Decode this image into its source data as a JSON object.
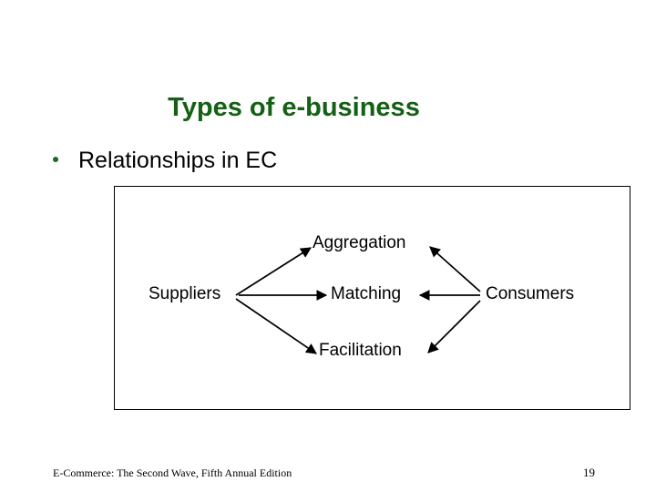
{
  "slide": {
    "title": "Types of e-business",
    "title_color": "#156015",
    "background_color": "#ffffff",
    "text_color": "#000000"
  },
  "bullets": [
    {
      "marker": "bullet-dot",
      "marker_color": "#1c6b1c",
      "text": "Relationships in EC"
    }
  ],
  "diagram": {
    "border_color": "#000000",
    "nodes": {
      "suppliers": "Suppliers",
      "aggregation": "Aggregation",
      "matching": "Matching",
      "facilitation": "Facilitation",
      "consumers": "Consumers"
    },
    "edges": [
      {
        "from": "Suppliers",
        "to": "Aggregation",
        "arrow": "to"
      },
      {
        "from": "Suppliers",
        "to": "Matching",
        "arrow": "to"
      },
      {
        "from": "Suppliers",
        "to": "Facilitation",
        "arrow": "to"
      },
      {
        "from": "Consumers",
        "to": "Aggregation",
        "arrow": "to"
      },
      {
        "from": "Consumers",
        "to": "Matching",
        "arrow": "to"
      },
      {
        "from": "Consumers",
        "to": "Facilitation",
        "arrow": "to"
      }
    ]
  },
  "footer": {
    "source": "E-Commerce: The Second Wave, Fifth Annual Edition",
    "page_number": "19"
  }
}
